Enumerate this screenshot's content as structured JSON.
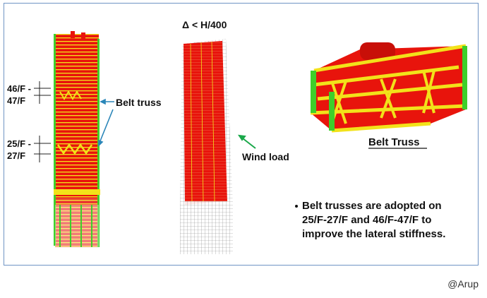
{
  "labels": {
    "drift_limit": "Δ < H/400",
    "level_upper": "46/F -\n47/F",
    "level_upper_a": "46/F -",
    "level_upper_b": "47/F",
    "level_lower_a": "25/F -",
    "level_lower_b": "27/F",
    "belt_truss_callout": "Belt truss",
    "wind_load": "Wind load",
    "belt_truss_title": "Belt Truss"
  },
  "bullet": "Belt trusses are adopted on 25/F-27/F and 46/F-47/F to improve the lateral stiffness.",
  "bullet_lines": [
    "Belt trusses are adopted on",
    "25/F-27/F and 46/F-47/F to",
    "improve the lateral stiffness."
  ],
  "credit": "@Arup",
  "colors": {
    "frame": "#6f94c4",
    "member_red": "#e8140c",
    "member_yellow": "#f2e21a",
    "member_green": "#3ecf2a",
    "arrow_blue": "#2a86b8",
    "arrow_green": "#1aa84a"
  }
}
